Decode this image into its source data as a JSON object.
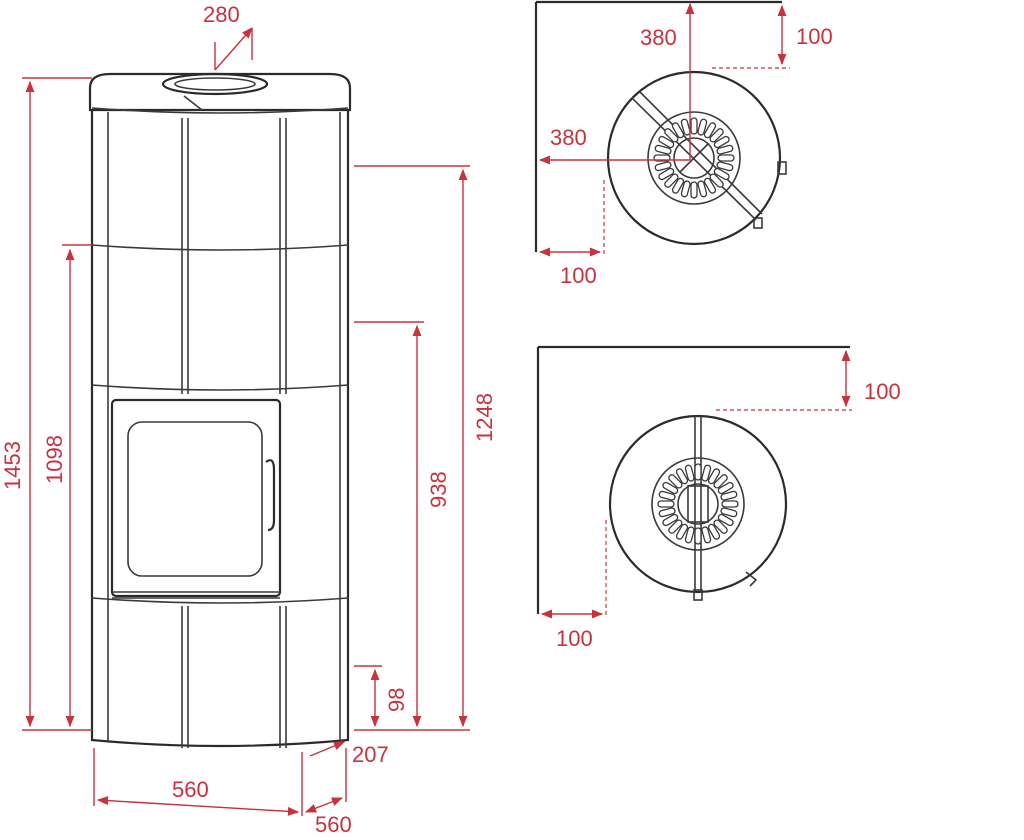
{
  "dimensions": {
    "top_opening": "280",
    "total_height": "1453",
    "height_1098": "1098",
    "height_1248": "1248",
    "height_938": "938",
    "base_98": "98",
    "side_207": "207",
    "width_front": "560",
    "width_side": "560",
    "plan_top": {
      "center_x": "380",
      "center_y": "380",
      "wall_top": "100",
      "wall_left": "100"
    },
    "plan_bottom": {
      "wall_top": "100",
      "wall_left": "100"
    }
  },
  "colors": {
    "dimension": "#c8323c",
    "outline": "#3a3a3a"
  }
}
